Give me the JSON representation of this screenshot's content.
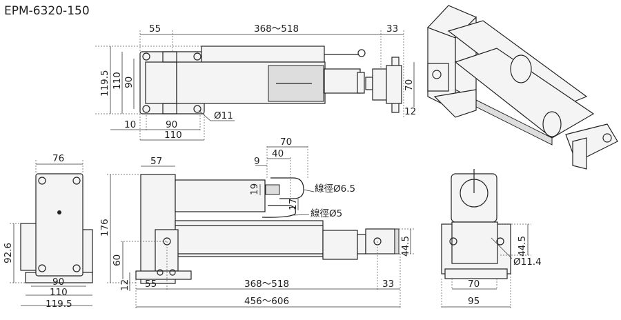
{
  "title": "EPM-6320-150",
  "top_view": {
    "d_55": "55",
    "d_stroke": "368～518",
    "d_33": "33",
    "d_119_5": "119.5",
    "d_110": "110",
    "d_90": "90",
    "d_10": "10",
    "d_90b": "90",
    "d_110b": "110",
    "hole": "Ø11",
    "d_70": "70",
    "d_12": "12"
  },
  "front_view": {
    "d_76": "76",
    "d_92_6": "92.6",
    "d_90": "90",
    "d_110": "110",
    "d_119_5": "119.5"
  },
  "side_view": {
    "d_57": "57",
    "d_176": "176",
    "d_60": "60",
    "d_12": "12",
    "d_55": "55",
    "d_stroke": "368～518",
    "d_33": "33",
    "d_total": "456～606",
    "d_70": "70",
    "d_40": "40",
    "d_9": "9",
    "d_19": "19",
    "d_17": "17",
    "cable1": "線徑Ø6.5",
    "cable2": "線徑Ø5",
    "d_44_5": "44.5"
  },
  "end_view": {
    "d_44_5": "44.5",
    "hole": "Ø11.4",
    "d_70": "70",
    "d_95": "95"
  }
}
